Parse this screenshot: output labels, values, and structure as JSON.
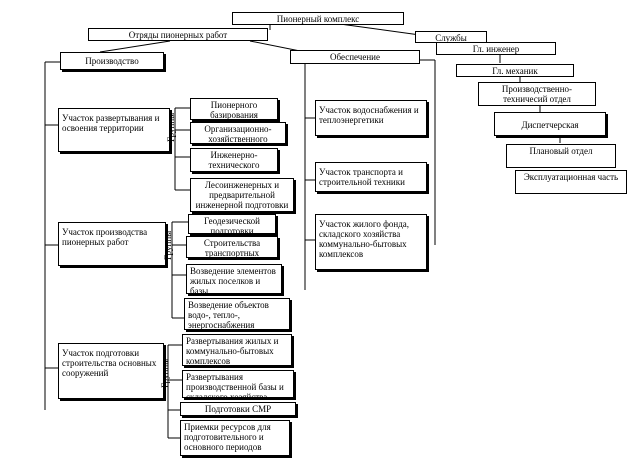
{
  "root": "Пионерный комплекс",
  "otryady": "Отряды пионерных работ",
  "sluzhby": "Службы",
  "proizvodstvo": "Производство",
  "obespechenie": "Обеспечение",
  "services": [
    "Гл. инженер",
    "Гл. механик",
    "Производственно-техничесий отдел",
    "Диспетчерская",
    "Плановый отдел",
    "Эксплуатационная часть"
  ],
  "sections": [
    "Участок развертывания и освоения территории",
    "Участок производства пионерных работ",
    "Участок подготовки строительства основных сооружений"
  ],
  "groups_label": "Группы",
  "groups1": [
    "Пионерного базирования",
    "Организационно-хозяйственного обеспечения",
    "Инженерно-технического обеспечения",
    "Лесоинженерных и предварительной инженерной подготовки"
  ],
  "groups2": [
    "Геодезической подготовки",
    "Строительства транспортных коммуникаций",
    "Возведение элементов жилых поселков и базы",
    "Возведение объектов водо-, тепло-, энергоснабжения"
  ],
  "groups3": [
    "Развертывания жилых и коммунально-бытовых комплексов",
    "Развертывания производственной базы и складского хозяйства",
    "Подготовки СМР",
    "Приемки ресурсов для подготовительного и основного периодов строительства"
  ],
  "obesp_items": [
    "Участок водоснабжения и теплоэнергетики",
    "Участок транспорта и строительной техники",
    "Участок жилого фонда, складского хозяйства коммунально-бытовых комплексов"
  ]
}
